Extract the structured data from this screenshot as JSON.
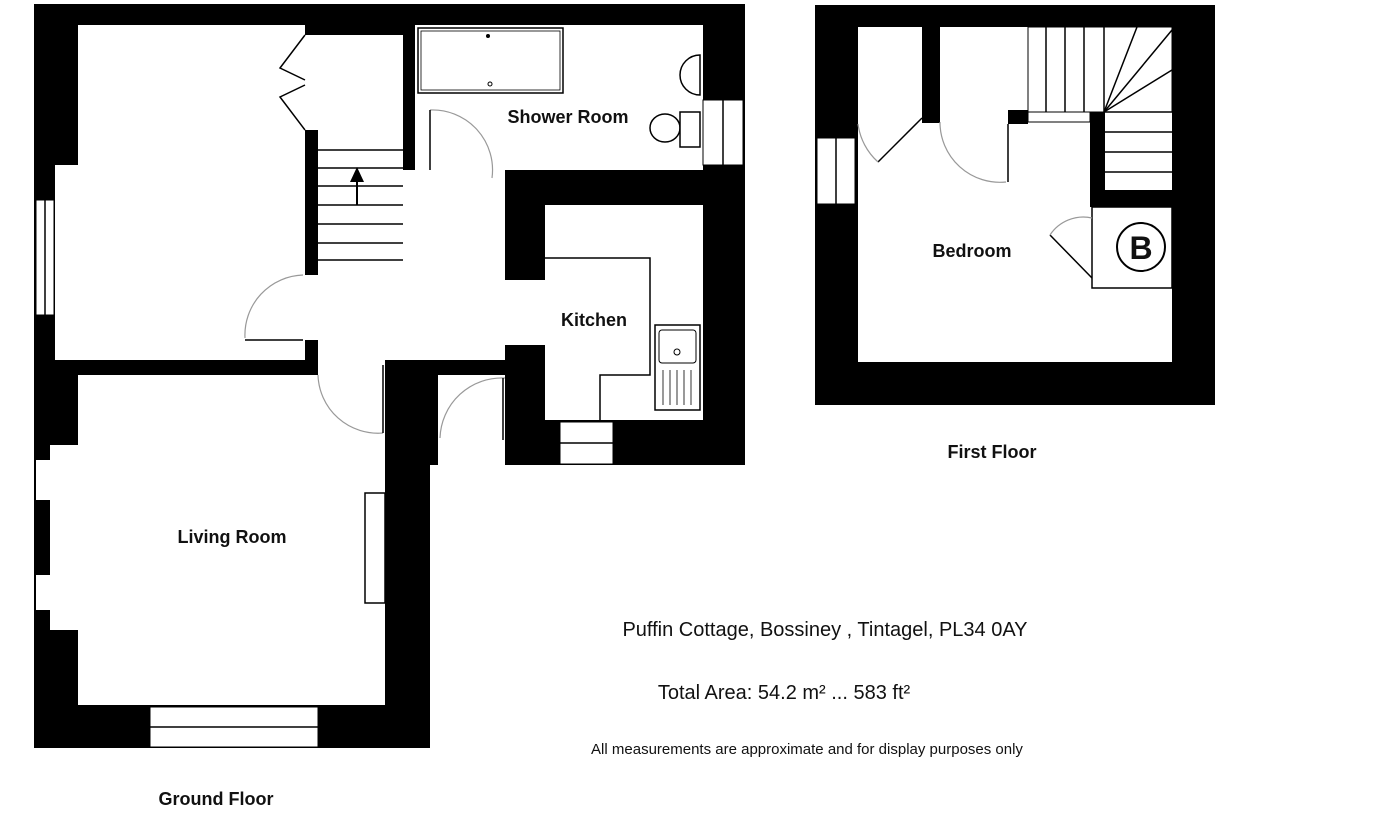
{
  "ground_floor": {
    "label": "Ground Floor",
    "rooms": {
      "shower_room": "Shower Room",
      "kitchen": "Kitchen",
      "living_room": "Living Room"
    }
  },
  "first_floor": {
    "label": "First Floor",
    "rooms": {
      "bedroom": "Bedroom"
    },
    "boiler_symbol": "B"
  },
  "info": {
    "address": "Puffin Cottage, Bossiney , Tintagel, PL34 0AY",
    "total_area": "Total Area: 54.2 m² ... 583 ft²",
    "disclaimer": "All measurements are approximate and for display purposes only"
  }
}
